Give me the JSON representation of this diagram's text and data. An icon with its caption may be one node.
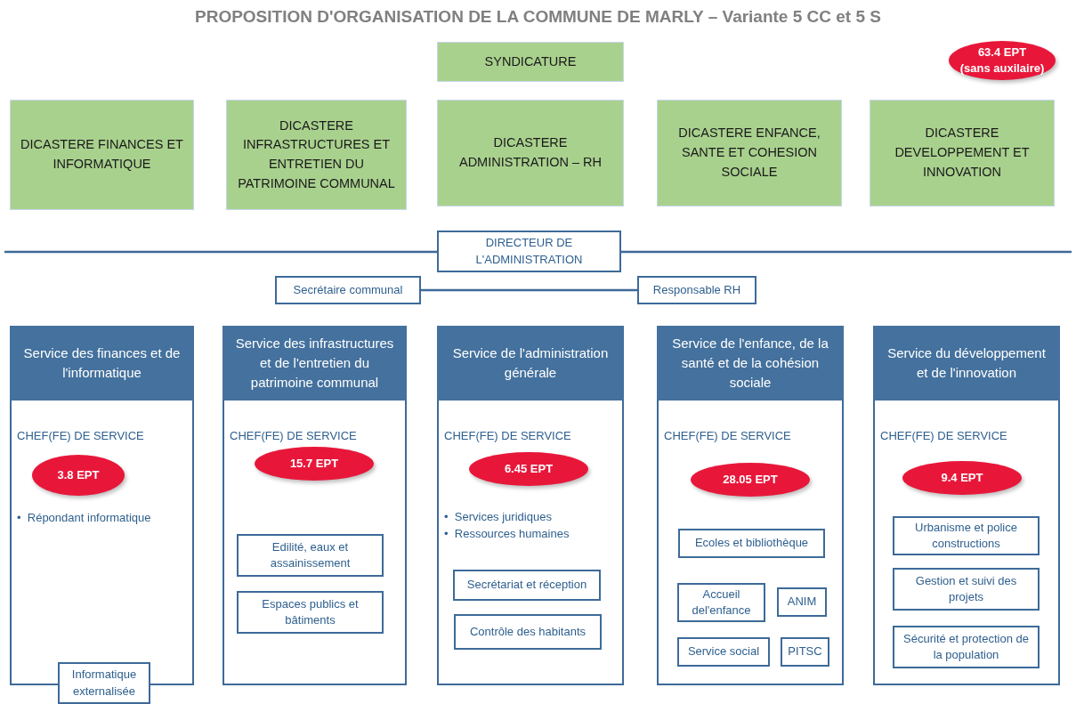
{
  "diagram": {
    "title": "PROPOSITION D'ORGANISATION DE LA COMMUNE DE MARLY – Variante 5 CC et 5 S",
    "nodes": [
      {
        "text": [
          "SYNDICATURE"
        ]
      },
      {
        "text": [
          "DICASTERE FINANCES ET INFORMATIQUE"
        ]
      },
      {
        "text": [
          "DICASTERE INFRASTRUCTURES ET ENTRETIEN DU PATRIMOINE COMMUNAL"
        ]
      },
      {
        "text": [
          "DICASTERE ADMINISTRATION – RH"
        ]
      },
      {
        "text": [
          "DICASTERE ENFANCE, SANTE ET COHESION SOCIALE"
        ]
      },
      {
        "text": [
          "DICASTERE DEVELOPPEMENT ET INNOVATION"
        ]
      },
      {
        "text": [
          "63.4 EPT",
          "(sans auxilaire)"
        ]
      },
      {
        "text": [
          "DIRECTEUR DE L'ADMINISTRATION"
        ]
      },
      {
        "text": [
          "Secrétaire communal"
        ]
      },
      {
        "text": [
          "Responsable RH"
        ]
      },
      {
        "text": [
          "Service des finances et  de l'informatique",
          "CHEF(FE) DE SERVICE",
          "•  Répondant informatique"
        ]
      },
      {
        "text": [
          "3.8 EPT"
        ],
        "in": 10
      },
      {
        "text": [
          "Informatique externalisée"
        ]
      },
      {
        "text": [
          "Service des infrastructures et de l'entretien du patrimoine communal",
          "CHEF(FE) DE SERVICE"
        ]
      },
      {
        "text": [
          "15.7 EPT"
        ],
        "in": 13
      },
      {
        "text": [
          "Edilité, eaux et assainissement"
        ],
        "in": 13
      },
      {
        "text": [
          "Espaces publics et bâtiments"
        ],
        "in": 13
      },
      {
        "text": [
          "Service de l'administration générale",
          "CHEF(FE) DE SERVICE",
          "•  Services juridiques",
          "•  Ressources humaines"
        ]
      },
      {
        "text": [
          "6.45 EPT"
        ],
        "in": 17
      },
      {
        "text": [
          "Secrétariat et réception"
        ],
        "in": 17
      },
      {
        "text": [
          "Contrôle des habitants"
        ],
        "in": 17
      },
      {
        "text": [
          "Service de l'enfance, de la santé et de la cohésion sociale",
          "CHEF(FE) DE SERVICE"
        ]
      },
      {
        "text": [
          "28.05 EPT"
        ],
        "in": 21
      },
      {
        "text": [
          "Ecoles et bibliothèque"
        ],
        "in": 21
      },
      {
        "text": [
          "Accueil del'enfance"
        ],
        "in": 21
      },
      {
        "text": [
          "ANIM"
        ],
        "in": 21
      },
      {
        "text": [
          "Service social"
        ],
        "in": 21
      },
      {
        "text": [
          "PITSC"
        ],
        "in": 21
      },
      {
        "text": [
          "Service du développement et de l'innovation",
          "CHEF(FE) DE SERVICE"
        ]
      },
      {
        "text": [
          "9.4 EPT"
        ],
        "in": 28
      },
      {
        "text": [
          "Urbanisme et police constructions"
        ],
        "in": 28
      },
      {
        "text": [
          "Gestion et suivi des projets"
        ],
        "in": 28
      },
      {
        "text": [
          "Sécurité et protection de la population"
        ],
        "in": 28
      }
    ],
    "edges": [
      {
        "from": null,
        "to": 7,
        "arrow": "none"
      },
      {
        "from": 7,
        "to": null,
        "arrow": "none"
      },
      {
        "from": 8,
        "to": 9,
        "arrow": "none"
      }
    ]
  }
}
